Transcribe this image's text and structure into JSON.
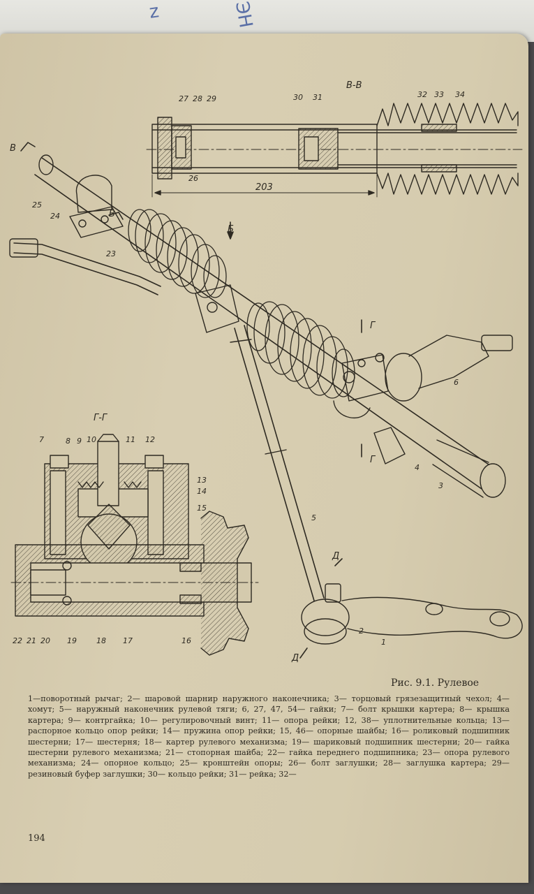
{
  "scrawls": [
    "z",
    "ЭН"
  ],
  "section_labels": {
    "bb": "В-В",
    "gg": "Г-Г",
    "b_arrow_top": "В",
    "b_arrow_mid": "В",
    "b_view": "Б",
    "g_top": "Г",
    "g_bottom": "Г",
    "d_top": "Д",
    "d_bottom": "Д"
  },
  "dimension": "203",
  "part_numbers": {
    "p27": "27",
    "p28": "28",
    "p29": "29",
    "p30": "30",
    "p31": "31",
    "p32": "32",
    "p33": "33",
    "p34": "34",
    "p26": "26",
    "p25": "25",
    "p24": "24",
    "p23": "23",
    "p6": "6",
    "p4": "4",
    "p3": "3",
    "p5": "5",
    "p2": "2",
    "p1": "1",
    "p7": "7",
    "p8": "8",
    "p9": "9",
    "p10": "10",
    "p11": "11",
    "p12": "12",
    "p13": "13",
    "p14": "14",
    "p15": "15",
    "p22": "22",
    "p21": "21",
    "p20": "20",
    "p19": "19",
    "p18": "18",
    "p17": "17",
    "p16": "16"
  },
  "caption": {
    "title": "Рис. 9.1. Рулевое",
    "legend": "1—поворотный рычаг; 2— шаровой шарнир наружного наконечника; 3— торцовый грязезащитный чехол; 4— хомут; 5— наружный наконечник рулевой тяги; 6, 27, 47, 54— гайки; 7— болт крышки картера; 8— крышка картера; 9— контргайка; 10— регулировочный винт; 11— опора рейки; 12, 38— уплотнительные кольца; 13— распорное кольцо опор рейки; 14— пружина опор рейки; 15, 46— опорные шайбы; 16— роликовый подшипник шестерни; 17— шестерня; 18— картер рулевого механизма; 19— шариковый подшипник шестерни; 20— гайка шестерни рулевого механизма; 21— стопорная шайба; 22— гайка переднего подшипника; 23— опора рулевого механизма; 24— опорное кольцо; 25— кронштейн опоры; 26— болт заглушки; 28— заглушка картера; 29— резиновый буфер заглушки; 30— кольцо рейки; 31— рейка; 32—"
  },
  "page_number": "194"
}
